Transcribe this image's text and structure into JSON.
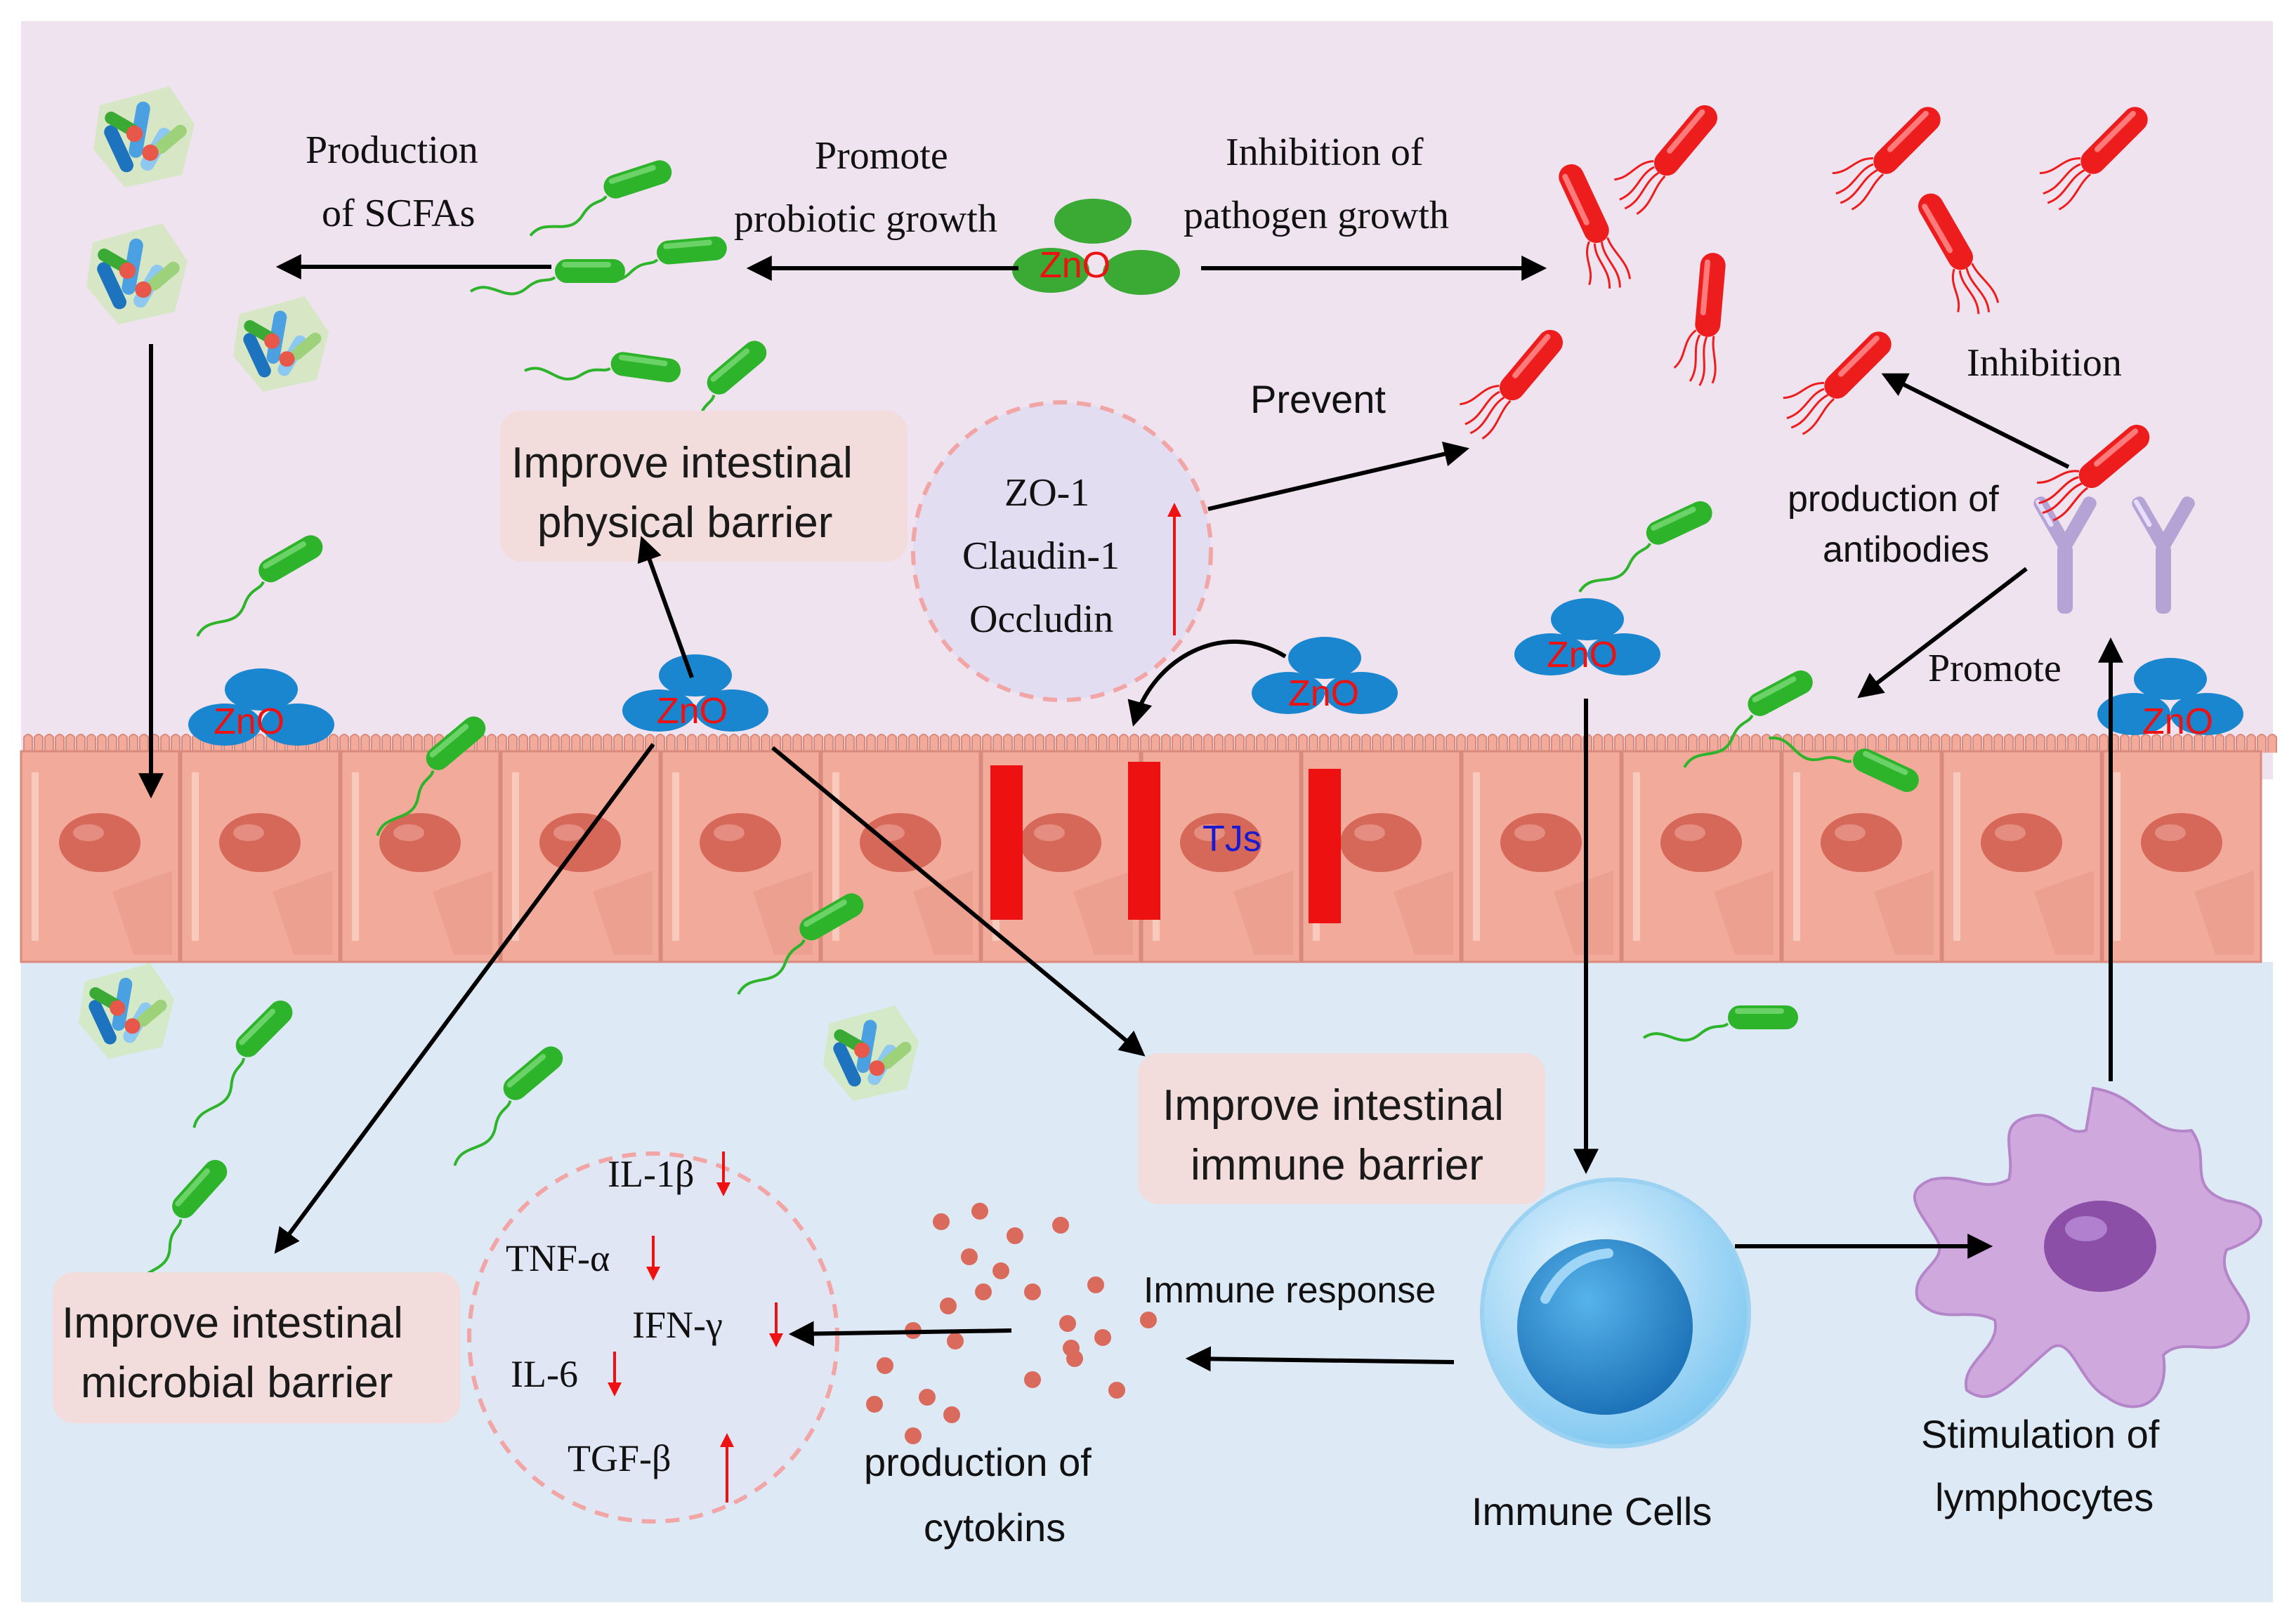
{
  "labels": {
    "production_scfas_1": "Production",
    "production_scfas_2": "of SCFAs",
    "promote_probiotic_1": "Promote",
    "promote_probiotic_2": "probiotic growth",
    "inhibition_pathogen_1": "Inhibition of",
    "inhibition_pathogen_2": "pathogen growth",
    "prevent": "Prevent",
    "inhibition": "Inhibition",
    "production_antibodies_1": "production of",
    "production_antibodies_2": "antibodies",
    "promote": "Promote",
    "tjs": "TJs",
    "immune_response": "Immune response",
    "production_cytokins_1": "production of",
    "production_cytokins_2": "cytokins",
    "immune_cells": "Immune Cells",
    "stimulation_1": "Stimulation of",
    "stimulation_2": "lymphocytes"
  },
  "boxes": {
    "physical_1": "Improve intestinal",
    "physical_2": "physical barrier",
    "immune_1": "Improve intestinal",
    "immune_2": "immune barrier",
    "microbial_1": "Improve intestinal",
    "microbial_2": "microbial barrier"
  },
  "zno": {
    "label": "ZnO"
  },
  "tight_junction": {
    "zo1": "ZO-1",
    "claudin1": "Claudin-1",
    "occludin": "Occludin"
  },
  "cytokines": {
    "il1b": "IL-1β",
    "tnfa": "TNF-α",
    "ifng": "IFN-γ",
    "il6": "IL-6",
    "tgfb": "TGF-β"
  },
  "colors": {
    "lumen_bg": "#efe3ef",
    "lamina_bg": "#dde9f5",
    "epithelium": "#f2aa9a",
    "nucleus": "#d6685a",
    "zno_blue": "#1a86d0",
    "zno_green": "#3aaa35",
    "probiotic": "#2db42a",
    "pathogen": "#ee1d1d",
    "tj_red": "#ee1111",
    "box_fill": "#f2dcdc",
    "antibody": "#b5a3d6",
    "lymphocyte": "#cfa9de",
    "cytokine_dot": "#d96a5c"
  }
}
